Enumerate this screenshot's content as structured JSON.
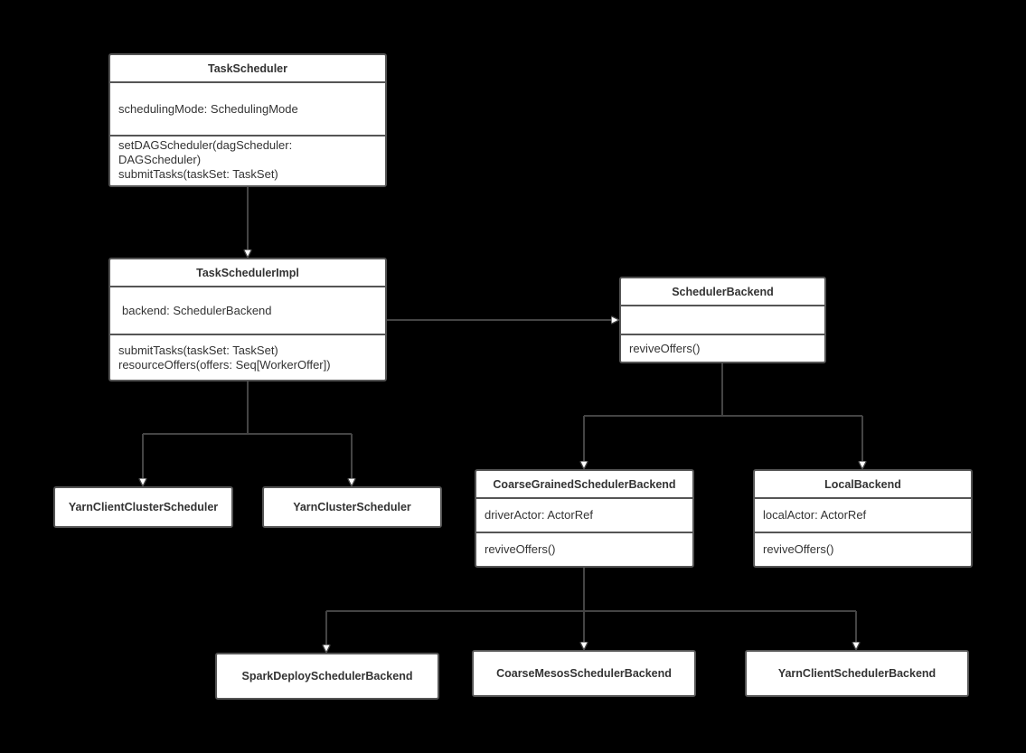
{
  "diagram": {
    "task_scheduler": {
      "name": "TaskScheduler",
      "attributes": [
        "schedulingMode: SchedulingMode"
      ],
      "methods": [
        "setDAGScheduler(dagScheduler:",
        "DAGScheduler)",
        "submitTasks(taskSet: TaskSet)"
      ]
    },
    "task_scheduler_impl": {
      "name": "TaskSchedulerImpl",
      "attributes": [
        "backend: SchedulerBackend"
      ],
      "methods": [
        "submitTasks(taskSet: TaskSet)",
        "resourceOffers(offers: Seq[WorkerOffer])"
      ]
    },
    "scheduler_backend": {
      "name": "SchedulerBackend",
      "attributes": [],
      "methods": [
        "reviveOffers()"
      ]
    },
    "yarn_client_cluster_scheduler": {
      "name": "YarnClientClusterScheduler"
    },
    "yarn_cluster_scheduler": {
      "name": "YarnClusterScheduler"
    },
    "coarse_grained_scheduler_backend": {
      "name": "CoarseGrainedSchedulerBackend",
      "attributes": [
        "driverActor: ActorRef"
      ],
      "methods": [
        "reviveOffers()"
      ]
    },
    "local_backend": {
      "name": "LocalBackend",
      "attributes": [
        "localActor: ActorRef"
      ],
      "methods": [
        "reviveOffers()"
      ]
    },
    "spark_deploy_scheduler_backend": {
      "name": "SparkDeploySchedulerBackend"
    },
    "coarse_mesos_scheduler_backend": {
      "name": "CoarseMesosSchedulerBackend"
    },
    "yarn_client_scheduler_backend": {
      "name": "YarnClientSchedulerBackend"
    }
  },
  "colors": {
    "background": "#000000",
    "box_fill": "#ffffff",
    "border": "#555555",
    "connector": "#444444",
    "text": "#333333"
  }
}
